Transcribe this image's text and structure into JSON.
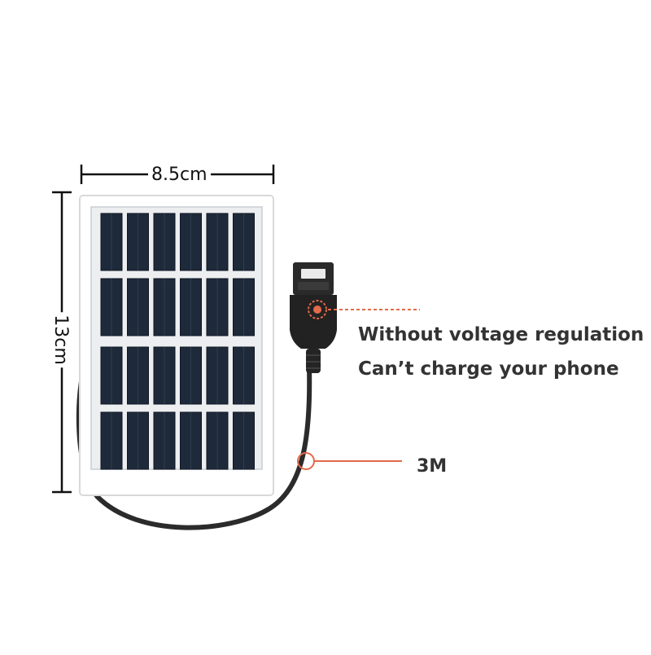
{
  "dimensions": {
    "width_label": "8.5cm",
    "height_label": "13cm"
  },
  "callouts": {
    "connector_note_line1": "Without voltage regulation",
    "connector_note_line2": "Can’t charge your phone",
    "cable_length": "3M"
  },
  "colors": {
    "accent": "#e36a4a",
    "cell": "#1e2a3a",
    "cable": "#2b2b2b"
  },
  "panel": {
    "cell_columns": 6,
    "cell_rows": 4
  }
}
